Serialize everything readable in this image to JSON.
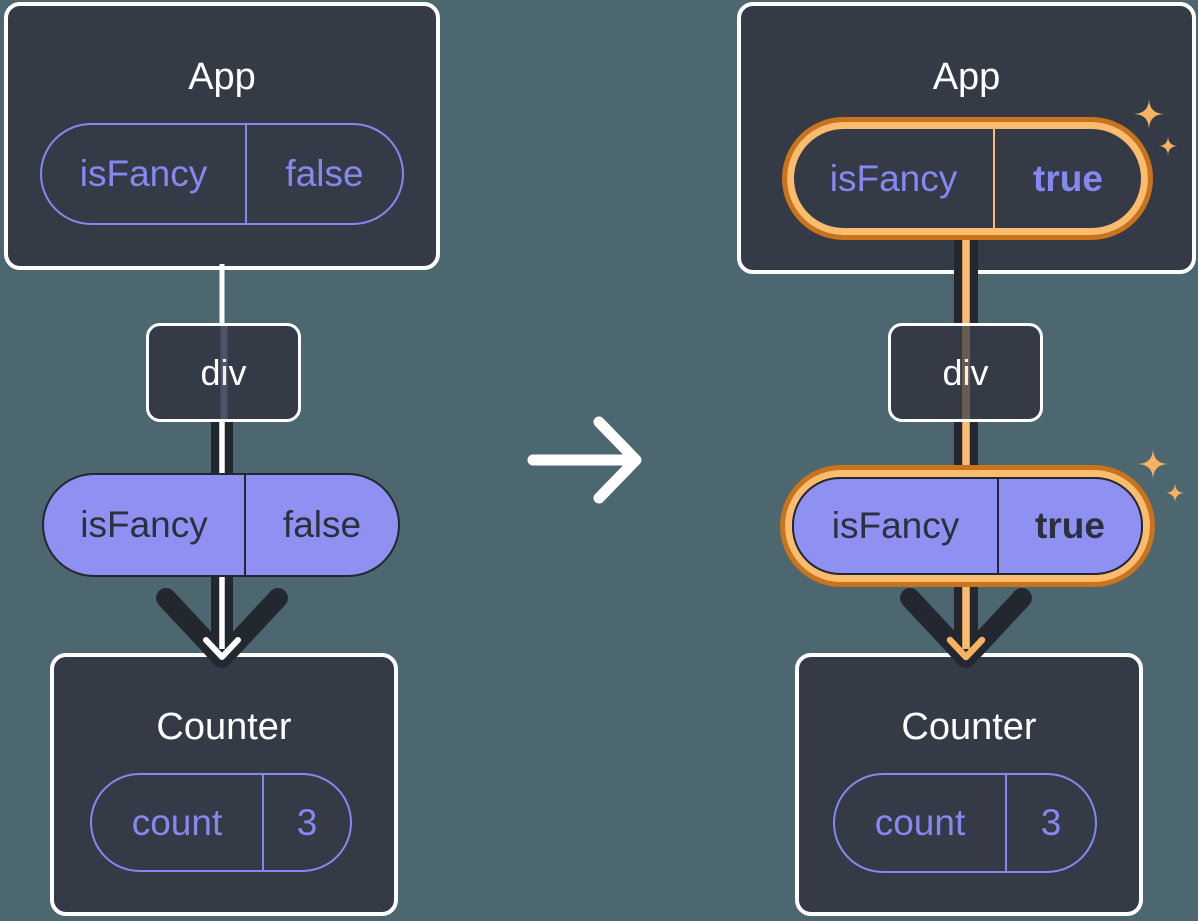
{
  "diagram": {
    "description": "prop flow tree before and after state change",
    "before": {
      "app": {
        "title": "App",
        "prop_key": "isFancy",
        "prop_value": "false"
      },
      "div_label": "div",
      "passed_prop": {
        "key": "isFancy",
        "value": "false"
      },
      "counter": {
        "title": "Counter",
        "state_key": "count",
        "state_value": "3"
      }
    },
    "after": {
      "app": {
        "title": "App",
        "prop_key": "isFancy",
        "prop_value": "true"
      },
      "div_label": "div",
      "passed_prop": {
        "key": "isFancy",
        "value": "true"
      },
      "counter": {
        "title": "Counter",
        "state_key": "count",
        "state_value": "3"
      }
    },
    "icons": {
      "transition": "arrow-right-icon",
      "highlight": "sparkles-icon"
    }
  },
  "colors": {
    "background": "#4d6771",
    "card": "#343b47",
    "card_border": "#ffffff",
    "accent_purple": "#8588f0",
    "purple_fill": "#8e91f2",
    "dark_text": "#2b303e",
    "arrow_dark": "#23272f",
    "highlight_orange": "#c9731c",
    "highlight_orange_light": "#fbbd6d",
    "sparkle_orange": "#f7b360"
  }
}
